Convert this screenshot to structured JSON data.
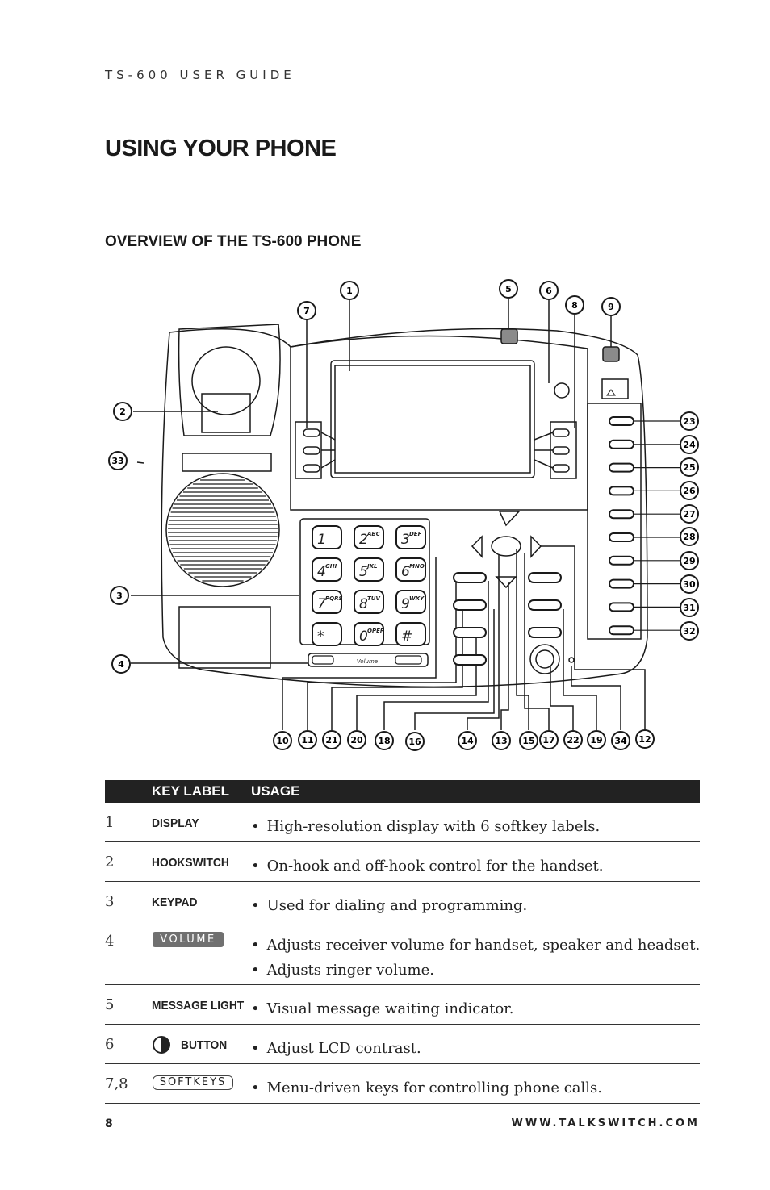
{
  "header": {
    "running_title": "TS-600 USER GUIDE"
  },
  "title": "USING YOUR PHONE",
  "subtitle": "OVERVIEW OF THE TS-600 PHONE",
  "diagram": {
    "callouts": [
      "1",
      "2",
      "3",
      "4",
      "5",
      "6",
      "7",
      "8",
      "9",
      "10",
      "11",
      "12",
      "13",
      "14",
      "15",
      "16",
      "17",
      "18",
      "19",
      "20",
      "21",
      "22",
      "23",
      "24",
      "25",
      "26",
      "27",
      "28",
      "29",
      "30",
      "31",
      "32",
      "33",
      "34"
    ],
    "keypad": [
      {
        "n": "1",
        "s": ""
      },
      {
        "n": "2",
        "s": "ABC"
      },
      {
        "n": "3",
        "s": "DEF"
      },
      {
        "n": "4",
        "s": "GHI"
      },
      {
        "n": "5",
        "s": "JKL"
      },
      {
        "n": "6",
        "s": "MNO"
      },
      {
        "n": "7",
        "s": "PQRS"
      },
      {
        "n": "8",
        "s": "TUV"
      },
      {
        "n": "9",
        "s": "WXY"
      },
      {
        "n": "*",
        "s": ""
      },
      {
        "n": "0",
        "s": "OPER"
      },
      {
        "n": "#",
        "s": ""
      }
    ],
    "volume_text": "Volume"
  },
  "table": {
    "headers": {
      "key_label": "KEY LABEL",
      "usage": "USAGE"
    },
    "rows": [
      {
        "num": "1",
        "label": "DISPLAY",
        "usage": [
          "High-resolution display with 6 softkey labels."
        ]
      },
      {
        "num": "2",
        "label": "HOOKSWITCH",
        "usage": [
          "On-hook and off-hook control for the handset."
        ]
      },
      {
        "num": "3",
        "label": "KEYPAD",
        "usage": [
          "Used for dialing and programming."
        ]
      },
      {
        "num": "4",
        "label": "VOLUME",
        "usage": [
          "Adjusts receiver volume for handset, speaker and headset.",
          "Adjusts ringer volume."
        ]
      },
      {
        "num": "5",
        "label": "MESSAGE LIGHT",
        "usage": [
          "Visual message waiting indicator."
        ]
      },
      {
        "num": "6",
        "label": "BUTTON",
        "usage": [
          "Adjust LCD contrast."
        ]
      },
      {
        "num": "7,8",
        "label": "SOFTKEYS",
        "usage": [
          "Menu-driven keys for controlling phone calls."
        ]
      }
    ]
  },
  "footer": {
    "page_number": "8",
    "url": "WWW.TALKSWITCH.COM"
  },
  "colors": {
    "table_header_bg": "#222222",
    "volume_badge_bg": "#707070",
    "led_gray": "#8a8a8a"
  }
}
